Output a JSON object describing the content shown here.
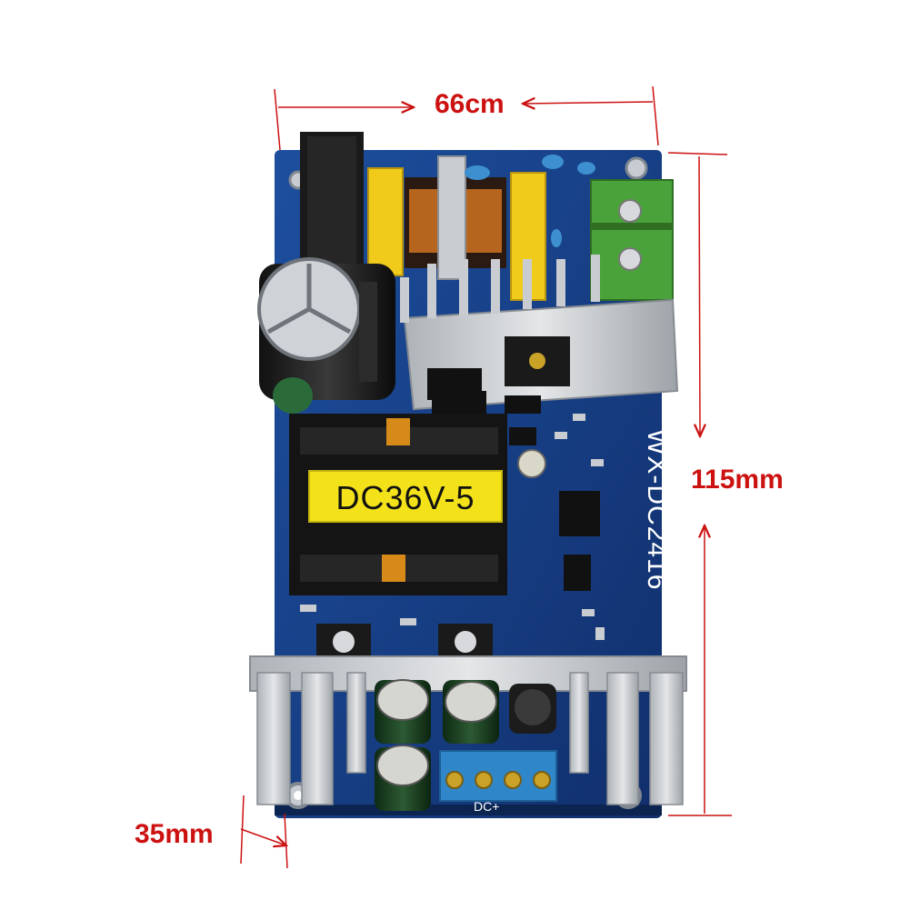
{
  "dimensions": {
    "width": "66cm",
    "height": "115mm",
    "depth": "35mm"
  },
  "board": {
    "model": "WX-DC2416",
    "transformer_label": "DC36V-5",
    "output_label": "DC+"
  },
  "colors": {
    "dimension": "#cc1111",
    "pcb": "#163f8a",
    "heatsink": "#c9ccd0",
    "transformer_tape": "#f3e21a",
    "terminal_green": "#4aa33a",
    "terminal_blue": "#2f86c9"
  }
}
